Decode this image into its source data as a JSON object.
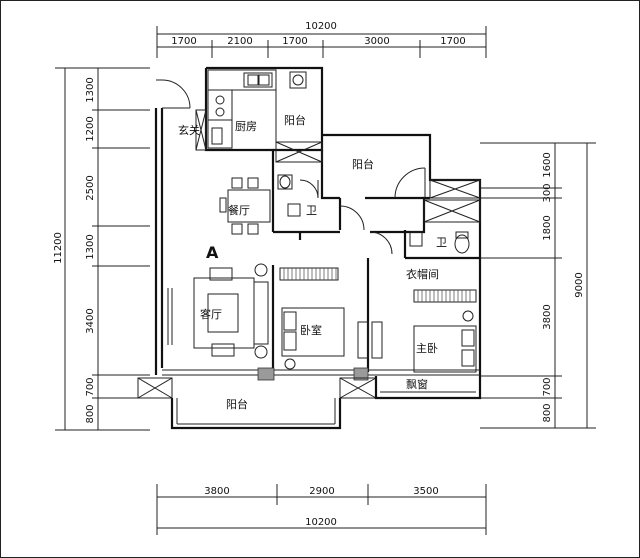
{
  "dimensions": {
    "top_total": "10200",
    "top_segments": [
      "1700",
      "2100",
      "1700",
      "3000",
      "1700"
    ],
    "bottom_total": "10200",
    "bottom_segments": [
      "3800",
      "2900",
      "3500"
    ],
    "left_total": "11200",
    "left_segments": [
      "1300",
      "1200",
      "2500",
      "1300",
      "3400",
      "700",
      "800"
    ],
    "right_total": "9000",
    "right_segments": [
      "1600",
      "300",
      "1800",
      "3800",
      "700",
      "800"
    ]
  },
  "rooms": {
    "entrance": "玄关",
    "kitchen": "厨房",
    "balcony_top": "阳台",
    "balcony_mid": "阳台",
    "dining": "餐厅",
    "bath_1": "卫",
    "bath_2": "卫",
    "living": "客厅",
    "bedroom": "卧室",
    "walk_in_closet": "衣帽间",
    "master_bedroom": "主卧",
    "bay_window": "飘窗",
    "balcony_bottom": "阳台"
  },
  "unit_marker": "A"
}
